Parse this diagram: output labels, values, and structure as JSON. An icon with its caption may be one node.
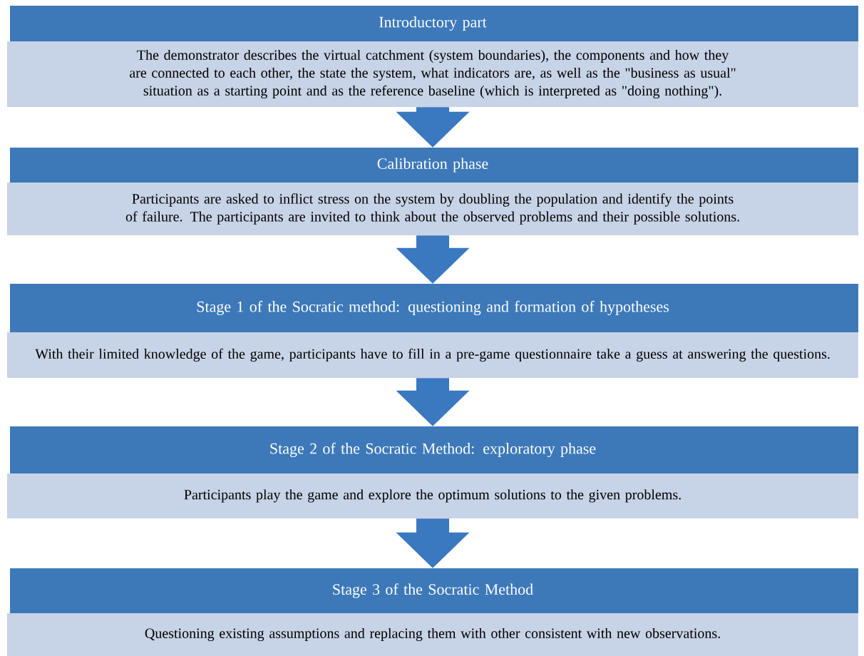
{
  "diagram": {
    "nodes": [
      {
        "text": [
          "Introductory part",
          "The demonstrator describes the virtual catchment (system boundaries), the components and how they are connected to each other, the state the system, what indicators are, as well as the \"business as usual\" situation as a starting point and as the reference baseline (which is interpreted as \"doing nothing\")."
        ]
      },
      {
        "text": [
          "Calibration phase",
          "Participants are asked to inflict stress on the system by doubling the population and identify the points of failure. The participants are invited to think about the observed problems and their possible solutions."
        ]
      },
      {
        "text": [
          "Stage 1 of the Socratic method: questioning and formation of hypotheses",
          "With their limited knowledge of the game, participants have to fill in a pre-game questionnaire take a guess at answering the questions."
        ]
      },
      {
        "text": [
          "Stage 2 of the Socratic Method: exploratory phase",
          "Participants play the game and explore the optimum solutions to the given problems."
        ]
      },
      {
        "text": [
          "Stage 3 of the Socratic Method",
          "Questioning existing assumptions and replacing them with other consistent with new observations."
        ]
      }
    ],
    "edges": [
      {
        "from": 0,
        "to": 1,
        "arrow": "to"
      },
      {
        "from": 1,
        "to": 2,
        "arrow": "to"
      },
      {
        "from": 2,
        "to": 3,
        "arrow": "to"
      },
      {
        "from": 3,
        "to": 4,
        "arrow": "to"
      }
    ]
  }
}
